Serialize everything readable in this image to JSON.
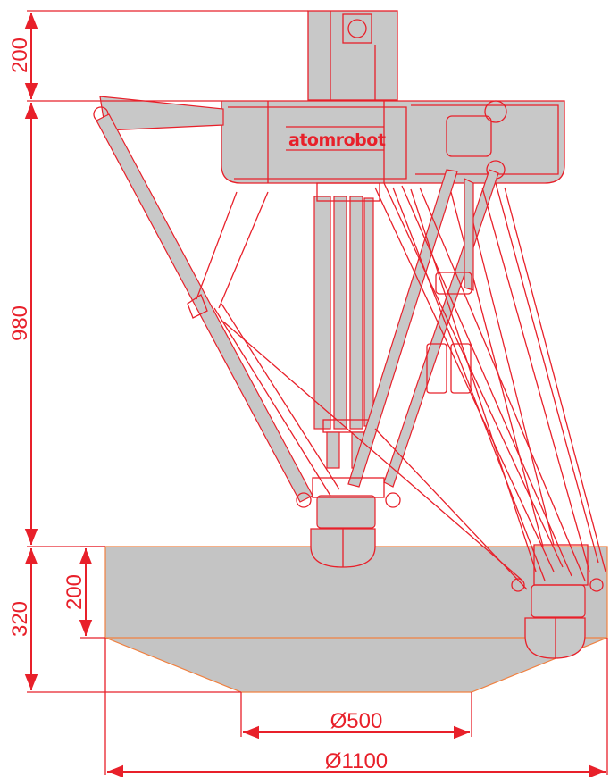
{
  "dimensions": {
    "height_top": "200",
    "height_mid": "980",
    "height_bottom": "320",
    "height_workspace_inner": "200",
    "diameter_small": "Ø500",
    "diameter_large": "Ø1100"
  },
  "brand": {
    "logo_text": "atomrobot"
  },
  "colors": {
    "line": "#e8202a",
    "body": "#c8c8c8",
    "workspace_outline": "#f08040"
  }
}
